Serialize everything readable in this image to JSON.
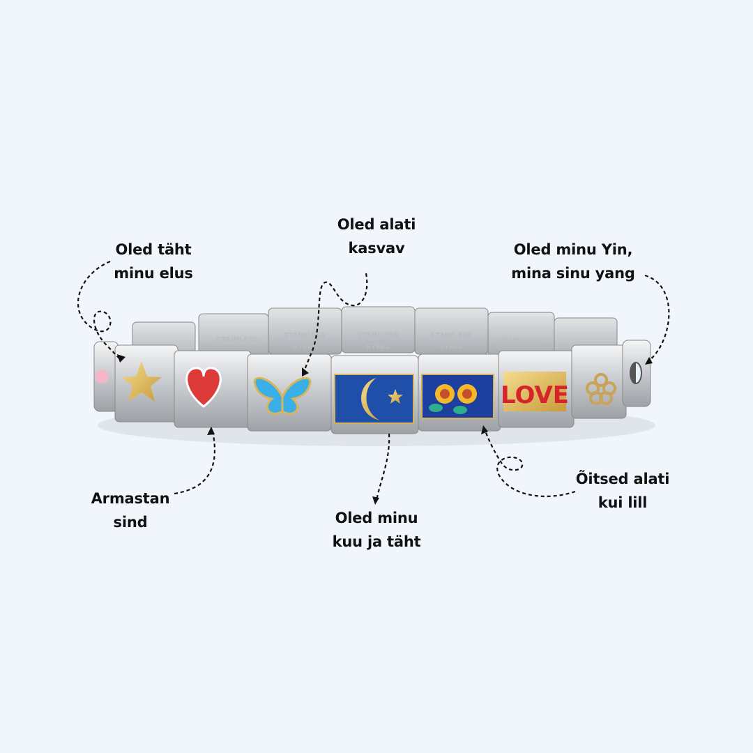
{
  "annotations": {
    "star": {
      "line1": "Oled täht",
      "line2": "minu elus"
    },
    "butterfly": {
      "line1": "Oled alati",
      "line2": "kasvav"
    },
    "yin_yang": {
      "line1": "Oled minu Yin,",
      "line2": "mina sinu yang"
    },
    "heart": {
      "line1": "Armastan",
      "line2": "sind"
    },
    "moon": {
      "line1": "Oled minu",
      "line2": "kuu ja täht"
    },
    "flower": {
      "line1": "Õitsed alati",
      "line2": "kui lill"
    }
  },
  "bracelet": {
    "back_link_text": {
      "line1": "STAINLESS",
      "line2": "STEEL"
    },
    "love_charm_text": "LOVE",
    "charms": [
      "pink-charm",
      "star-icon",
      "heart-icon",
      "butterfly-icon",
      "moon-star-icon",
      "sunflower-icon",
      "love-text",
      "flower-icon",
      "yin-yang-icon"
    ]
  },
  "colors": {
    "background": "#f1f6fd",
    "text": "#111111",
    "steel": "#c9ccd0",
    "blue": "#1f4fa8",
    "red": "#d6242a",
    "gold": "#d9b45a"
  }
}
